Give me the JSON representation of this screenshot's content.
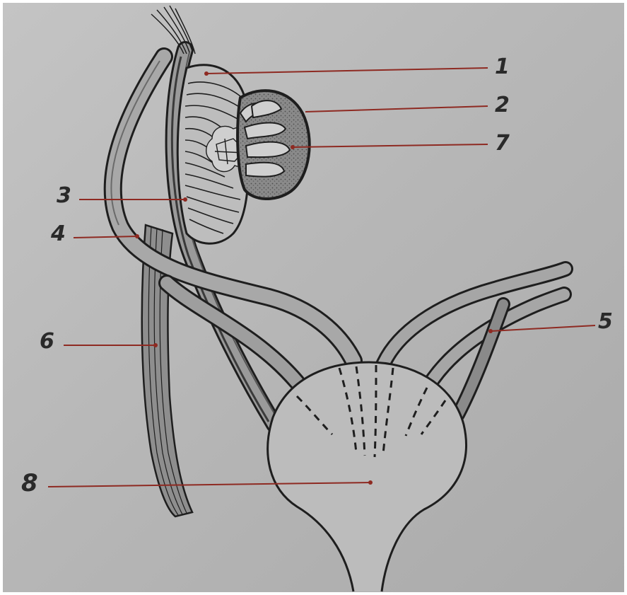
{
  "labels": {
    "l1": "1",
    "l2": "2",
    "l3": "3",
    "l4": "4",
    "l5": "5",
    "l6": "6",
    "l7": "7",
    "l8": "8"
  },
  "colors": {
    "background": "#b9b9b9",
    "ink": "#1e1e1e",
    "leader_line": "#8e2a22",
    "tubule_fill": "#9a9a9a",
    "epididymis_fill": "#6f6f6f",
    "stipple": "#5a5a5a"
  }
}
